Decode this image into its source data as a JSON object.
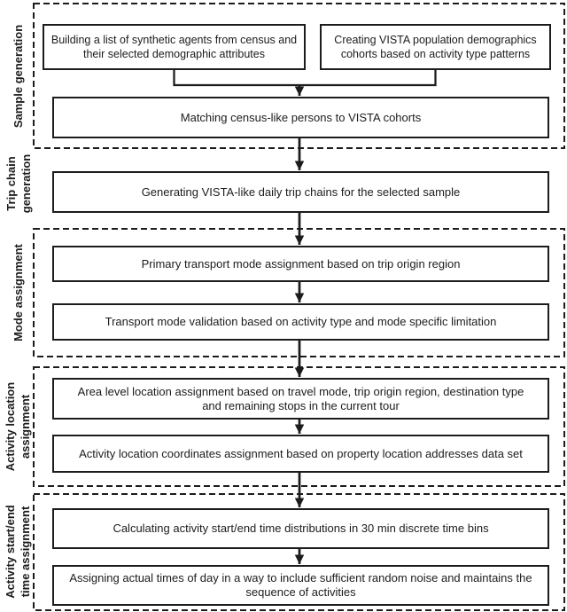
{
  "figure": {
    "type": "flowchart",
    "orientation": "top-down"
  },
  "sections": [
    {
      "label": "Sample generation",
      "framed": true,
      "boxes": [
        {
          "text": "Building a list of synthetic agents from census and their selected demographic attributes"
        },
        {
          "text": "Creating VISTA population demographics cohorts based on activity type patterns"
        },
        {
          "text": "Matching census-like persons to VISTA cohorts"
        }
      ]
    },
    {
      "label": "Trip chain generation",
      "framed": false,
      "boxes": [
        {
          "text": "Generating VISTA-like daily trip chains for the selected sample"
        }
      ]
    },
    {
      "label": "Mode assignment",
      "framed": true,
      "boxes": [
        {
          "text": "Primary transport mode assignment based on trip origin region"
        },
        {
          "text": "Transport mode validation based on activity type and mode specific limitation"
        }
      ]
    },
    {
      "label": "Activity location assignment",
      "framed": true,
      "boxes": [
        {
          "text": "Area level location assignment based on travel mode, trip origin region, destination type and remaining stops in the current tour"
        },
        {
          "text": "Activity location coordinates assignment based on property location addresses data set"
        }
      ]
    },
    {
      "label": "Activity start/end time assignment",
      "framed": true,
      "boxes": [
        {
          "text": "Calculating activity start/end time distributions in 30 min discrete time bins"
        },
        {
          "text": "Assigning actual times of day in a way to include sufficient random noise and maintains the sequence of activities"
        }
      ]
    }
  ],
  "colors": {
    "line": "#1c1c1c",
    "background": "#ffffff",
    "text": "#1c1c1c",
    "box_fill": "#ffffff"
  }
}
